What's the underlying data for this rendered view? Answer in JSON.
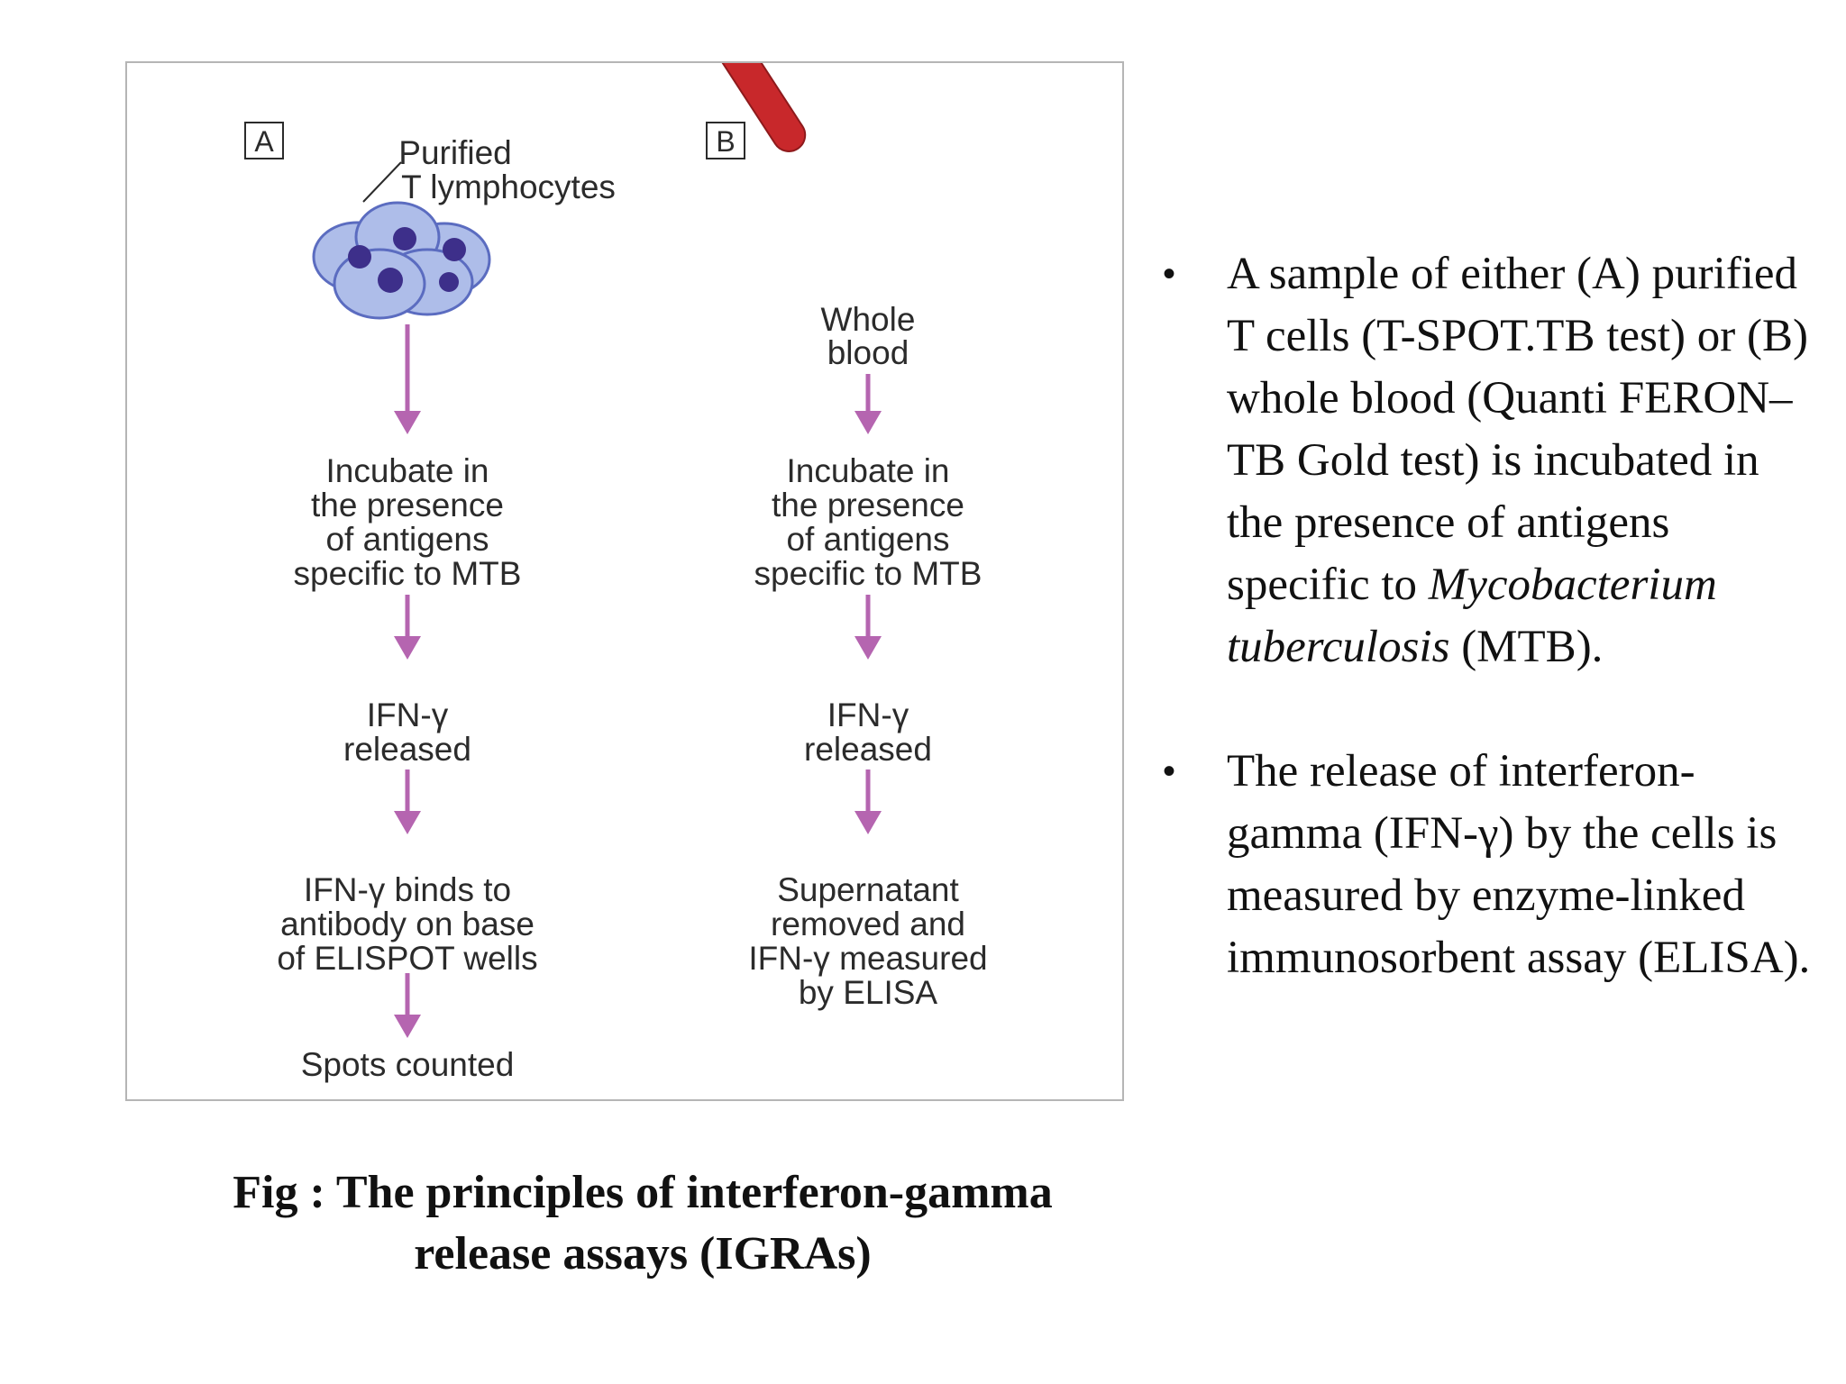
{
  "figure": {
    "panel_a": {
      "letter": "A",
      "label_lines": [
        "Purified",
        "T lymphocytes"
      ],
      "steps": [
        [
          "Incubate in",
          "the presence",
          "of antigens",
          "specific to MTB"
        ],
        [
          "IFN-γ",
          "released"
        ],
        [
          "IFN-γ binds to",
          "antibody on base",
          "of ELISPOT wells"
        ],
        [
          "Spots counted"
        ]
      ]
    },
    "panel_b": {
      "letter": "B",
      "label_lines": [
        "Whole",
        "blood"
      ],
      "steps": [
        [
          "Incubate in",
          "the presence",
          "of antigens",
          "specific to MTB"
        ],
        [
          "IFN-γ",
          "released"
        ],
        [
          "Supernatant",
          "removed and",
          "IFN-γ measured",
          "by ELISA"
        ]
      ]
    },
    "colors": {
      "arrow": "#b565b0",
      "cell_fill": "#aebde9",
      "cell_stroke": "#5b6cc0",
      "nucleus": "#3d2f8a",
      "tube_blood": "#c8282b",
      "tube_cap": "#c08bd0"
    }
  },
  "caption": {
    "line1": "Fig : The principles of interferon-gamma",
    "line2": "release assays (IGRAs)"
  },
  "bullets": [
    {
      "marker": "•",
      "text_before": "A sample of either (A) purified T cells (T-SPOT.TB test) or (B) whole blood (Quanti FERON–TB Gold test) is incubated in the presence of antigens specific to ",
      "italic": "Mycobacterium tuberculosis",
      "text_after": " (MTB)."
    },
    {
      "marker": "•",
      "text": "The release of interferon-gamma (IFN-γ) by the cells is measured by enzyme-linked immunosorbent assay (ELISA)."
    }
  ]
}
